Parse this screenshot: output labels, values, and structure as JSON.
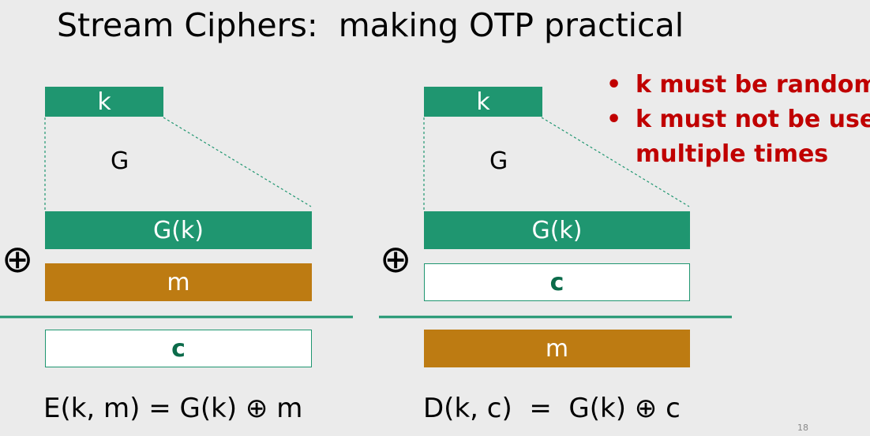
{
  "title": "Stream Ciphers:  making OTP practical",
  "bullets": {
    "marker": "•",
    "items": [
      "k must be random",
      "k must not be used"
    ],
    "continuation": "multiple times"
  },
  "colors": {
    "key_bar": "#1f9670",
    "message_bar": "#bd7b12",
    "cipher_text": "#0b6b4a",
    "bullet_text": "#c00000"
  },
  "encrypt": {
    "key": "k",
    "generator": "G",
    "xor_symbol": "⊕",
    "keystream": "G(k)",
    "input": "m",
    "output": "c",
    "formula": "E(k, m) = G(k) ⊕ m"
  },
  "decrypt": {
    "key": "k",
    "generator": "G",
    "xor_symbol": "⊕",
    "keystream": "G(k)",
    "input": "c",
    "output": "m",
    "formula": "D(k, c)  =  G(k) ⊕ c"
  },
  "page_number": "18"
}
